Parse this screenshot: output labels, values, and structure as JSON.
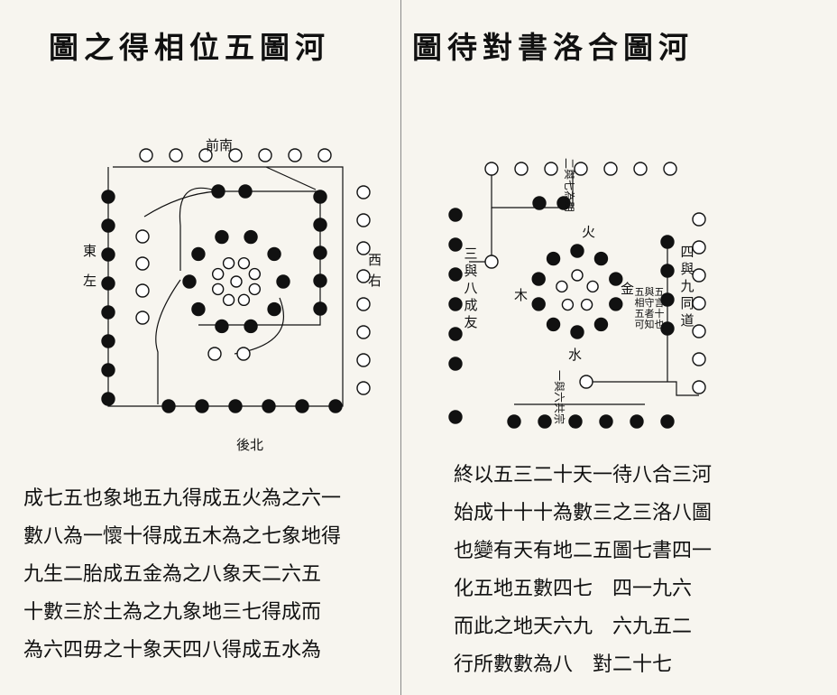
{
  "left_panel": {
    "title": "圖之得相位五圖河",
    "labels": {
      "top": "前南",
      "bottom": "後北",
      "left_top": "東",
      "left_bottom": "左",
      "right_top": "西",
      "right_bottom": "右"
    },
    "text_lines": [
      "成七五也象地五九得成五火為之六一",
      "數八為一懷十得成五木為之七象地得",
      "九生二胎成五金為之八象天二六五",
      "十數三於土為之九象地三七得成而",
      "為六四毋之十象天四八得成五水為"
    ]
  },
  "right_panel": {
    "title": "圖待對書洛合圖河",
    "labels": {
      "top_vertical": "二與七為朋",
      "fire": "火",
      "wood": "木",
      "metal": "金",
      "water": "水",
      "left_vertical": "三與八成友",
      "right_vertical": "四與九同道",
      "center_note": "五與五相守言五者十可知也",
      "bottom_vertical": "一與六共宗"
    },
    "text_lines": [
      "終以五三二十天一待八合三河",
      "始成十十十為數三之三洛八圖",
      "也變有天有地二五圖七書四一",
      "化五地五數四七　四一九六",
      "而此之地天六九　六九五二",
      "行所數數為八　對二十七"
    ]
  }
}
